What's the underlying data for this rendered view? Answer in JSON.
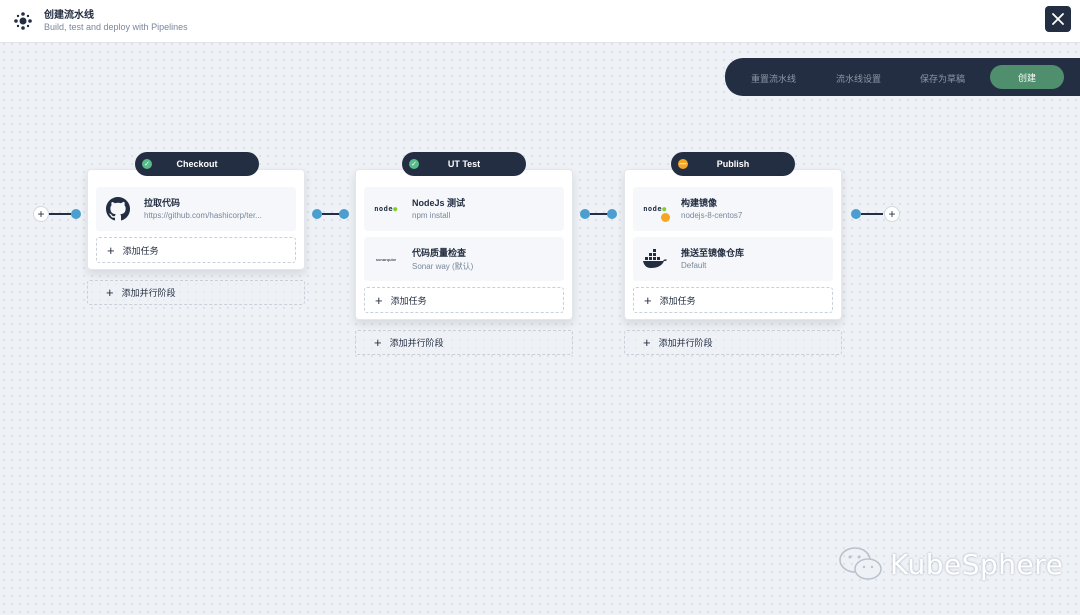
{
  "header": {
    "title": "创建流水线",
    "subtitle": "Build, test and deploy with Pipelines",
    "logo_icon": "pipeline-icon",
    "close_icon": "close-icon"
  },
  "toolbar": {
    "reset_label": "重置流水线",
    "settings_label": "流水线设置",
    "save_draft_label": "保存为草稿",
    "create_label": "创建"
  },
  "colors": {
    "dark": "#242e42",
    "accent_green": "#4f8f6e",
    "status_ok": "#55bc8a",
    "status_warn": "#f5a623",
    "connector_dot": "#4a9fd0"
  },
  "stages": [
    {
      "name": "Checkout",
      "status": "ok",
      "tasks": [
        {
          "icon": "github-icon",
          "name": "拉取代码",
          "desc": "https://github.com/hashicorp/ter..."
        }
      ],
      "add_task_label": "添加任务",
      "add_parallel_label": "添加并行阶段"
    },
    {
      "name": "UT Test",
      "status": "ok",
      "tasks": [
        {
          "icon": "nodejs-icon",
          "icon_text": "node",
          "name": "NodeJs 测试",
          "desc": "npm install"
        },
        {
          "icon": "sonarqube-icon",
          "icon_text": "sonarqube",
          "name": "代码质量检查",
          "desc": "Sonar way (默认)"
        }
      ],
      "add_task_label": "添加任务",
      "add_parallel_label": "添加并行阶段"
    },
    {
      "name": "Publish",
      "status": "warn",
      "tasks": [
        {
          "icon": "nodejs-icon",
          "icon_text": "node",
          "name": "构建镜像",
          "desc": "nodejs-8-centos7"
        },
        {
          "icon": "docker-icon",
          "name": "推送至镜像仓库",
          "desc": "Default"
        }
      ],
      "add_task_label": "添加任务",
      "add_parallel_label": "添加并行阶段"
    }
  ],
  "watermark": {
    "text": "KubeSphere",
    "icon": "wechat-icon"
  }
}
